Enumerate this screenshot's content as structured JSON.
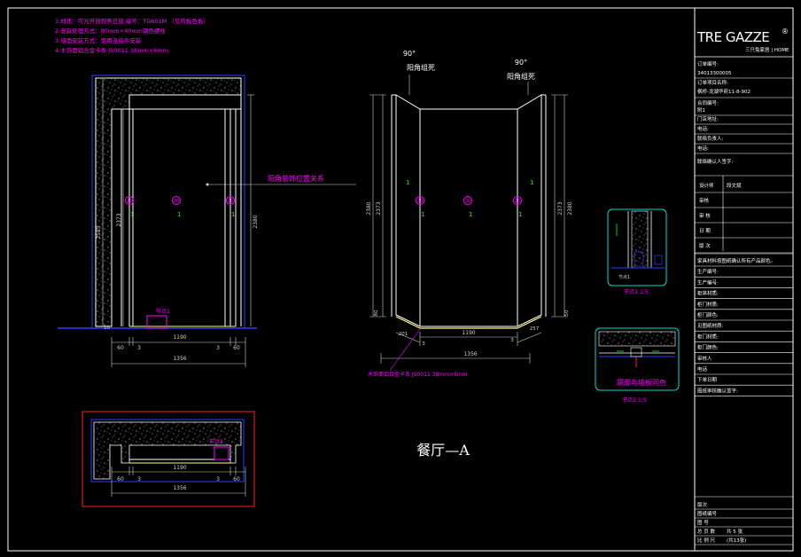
{
  "colors": {
    "background": "#000000",
    "line": "#ffffff",
    "dimension": "#cfcfcf",
    "magenta": "#ff00ff",
    "blue": "#2f3dff",
    "green": "#00ff00",
    "cyan": "#00d8d8",
    "yellow": "#ffff66",
    "red": "#ff2020"
  },
  "notes": [
    "1.材质：可元开放观察日窗 编号：TG601M （见背板色板）",
    "2.安装处理方式：80mm×40mm钢色螺栓",
    "3.墙面安装方式：使用连接件安装",
    "4.木饰面铝合金卡条 JS0011 38mm×6mm"
  ],
  "front_view": {
    "dims": {
      "overall_height": "2585",
      "door_height": "2373",
      "right_height": "2380",
      "inner_width": "1190",
      "total_width": "1356",
      "left_side": "60",
      "right_side": "60",
      "left_gap": "3",
      "right_gap": "3",
      "bottom": "10"
    },
    "markers": [
      "20",
      "30",
      "20"
    ],
    "node_label": "节点1",
    "callout": "阳角装饰位置关系"
  },
  "side_view": {
    "angle_label_left": "90°",
    "angle_text_left": "阳角组死",
    "angle_label_right": "90°",
    "angle_text_right": "阳角组死",
    "dims": {
      "left_height": "2380",
      "left_inner": "2373",
      "right_inner": "2373",
      "right_height": "2380",
      "inner_width": "1190",
      "total_width": "1356",
      "left_bevel": "201",
      "right_bevel": "257",
      "left_gap": "3",
      "right_gap": "3",
      "bottom_left": "80",
      "bottom_right": "50"
    },
    "markers": [
      "20",
      "30",
      "20"
    ],
    "aluminum_note": "木饰面铝合金卡条 JS0011 38mm×6mm"
  },
  "plan_view": {
    "dims": {
      "inner_width": "1190",
      "total_width": "1356",
      "left_side": "60",
      "right_side": "60",
      "left_gap": "3",
      "right_gap": "3"
    },
    "node_label": "节点2"
  },
  "detail_1": {
    "label": "节点1 1:5",
    "tag": "节点1"
  },
  "detail_2": {
    "label": "节点2 1:5",
    "note": "踢脚与墙板同色"
  },
  "view_title": "餐厅—A",
  "title_block": {
    "brand": "TRE GAZZE",
    "brand_reg": "®",
    "brand_sub": "三只兔家居 | HOME",
    "rows": [
      "订单编号:",
      "34013300005",
      "订单项目名称:",
      "枫桥-龙湖华府11-8-902",
      "合同编号:",
      "附1",
      "门店地址:",
      "电话:",
      "联络负责人:",
      "电话:",
      "联络确认人签字:"
    ],
    "sign_rows": [
      {
        "label": "设计师",
        "value": "段文斌"
      },
      {
        "label": "审核",
        "value": ""
      },
      {
        "label": "审 核",
        "value": ""
      },
      {
        "label": "日 期",
        "value": ""
      },
      {
        "label": "版 次",
        "value": ""
      }
    ],
    "spec_rows": [
      "家具材料按图纸确认所有产品颜色。",
      "生产编号:",
      "生产编号:",
      "柜体材质:",
      "柜门材质:",
      "柜门颜色:",
      "见图纸材质:",
      "柜门材质:",
      "柜门颜色:",
      "审核人",
      "电话",
      "下单日期",
      "图纸审核确认签字:"
    ],
    "bottom_rows": [
      {
        "label": "版次",
        "value": ""
      },
      {
        "label": "图纸编号",
        "value": ""
      },
      {
        "label": "图 号",
        "value": ""
      },
      {
        "label": "总 页 数",
        "value": "共 5 张"
      },
      {
        "label": "比 例 尺",
        "value": "(共13张)"
      }
    ]
  }
}
